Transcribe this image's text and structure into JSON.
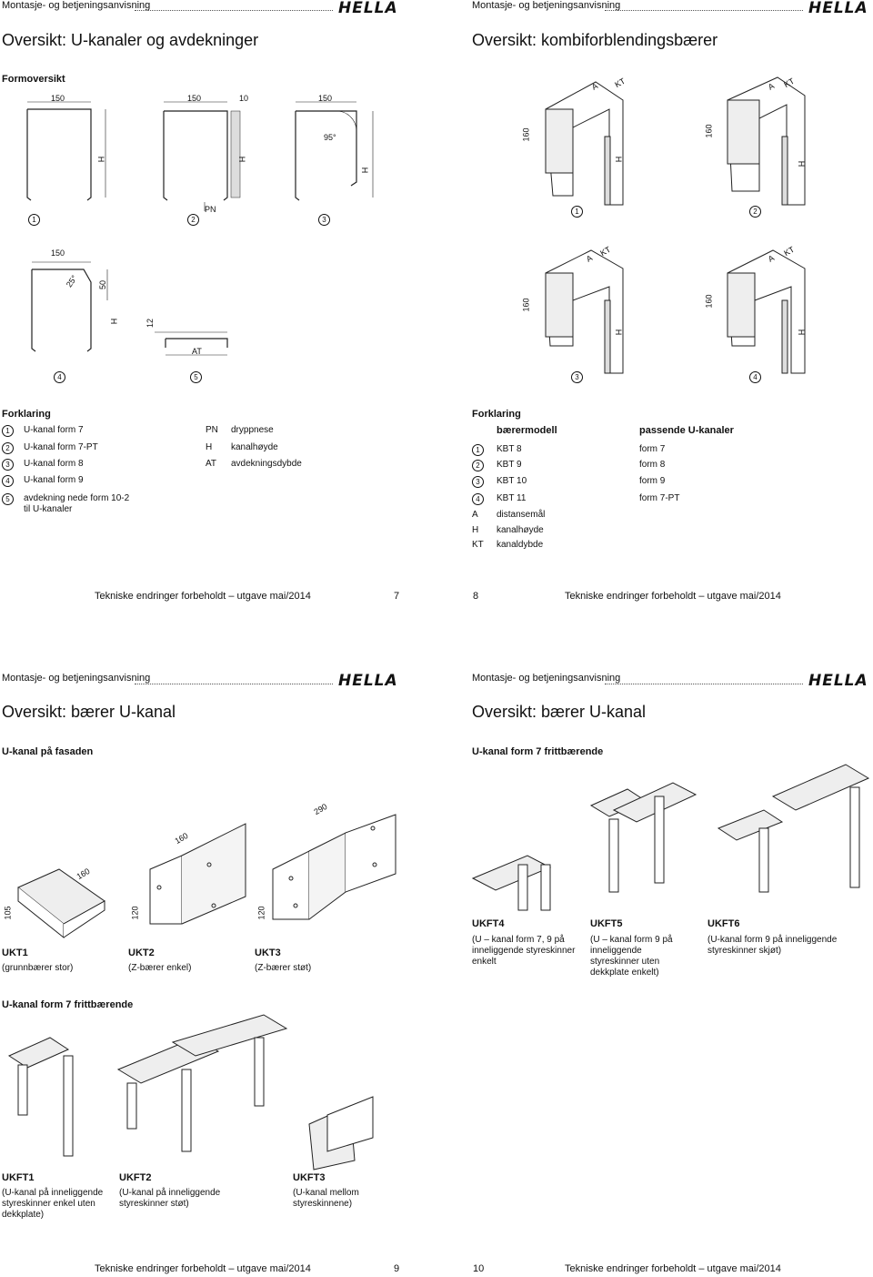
{
  "header_label": "Montasje- og betjeningsanvisning",
  "logo_text": "HELLA",
  "footer_text": "Tekniske endringer forbeholdt – utgave mai/2014",
  "page7": {
    "title": "Oversikt: U-kanaler og avdekninger",
    "section": "Formoversikt",
    "dims": {
      "d150a": "150",
      "d150b": "150",
      "d10": "10",
      "d150c": "150",
      "d95": "95°",
      "dHa": "H",
      "dHb": "H",
      "dHc": "H",
      "dPN": "PN",
      "d150d": "150",
      "d25": "25°",
      "d50": "50",
      "dHd": "H",
      "d12": "12",
      "dAT": "AT"
    },
    "nums": [
      "1",
      "2",
      "3",
      "4",
      "5"
    ],
    "legend_title": "Forklaring",
    "legend_left": [
      {
        "num": "1",
        "text": "U-kanal form 7"
      },
      {
        "num": "2",
        "text": "U-kanal form 7-PT"
      },
      {
        "num": "3",
        "text": "U-kanal form 8"
      },
      {
        "num": "4",
        "text": "U-kanal form 9"
      },
      {
        "num": "5",
        "text": "avdekning nede form 10-2 til U-kanaler"
      }
    ],
    "legend_right": [
      {
        "key": "PN",
        "text": "dryppnese"
      },
      {
        "key": "H",
        "text": "kanalhøyde"
      },
      {
        "key": "AT",
        "text": "avdekningsdybde"
      }
    ],
    "page_number": "7"
  },
  "page8": {
    "title": "Oversikt: kombiforblendingsbærer",
    "dims": {
      "A": "A",
      "KT": "KT",
      "d160": "160",
      "H": "H"
    },
    "nums": [
      "1",
      "2",
      "3",
      "4"
    ],
    "legend_title": "Forklaring",
    "col1_header": "bærermodell",
    "col2_header": "passende U-kanaler",
    "rows": [
      {
        "num": "1",
        "model": "KBT 8",
        "channel": "form 7"
      },
      {
        "num": "2",
        "model": "KBT 9",
        "channel": "form 8"
      },
      {
        "num": "3",
        "model": "KBT 10",
        "channel": "form 9"
      },
      {
        "num": "4",
        "model": "KBT 11",
        "channel": "form 7-PT"
      }
    ],
    "abbr": [
      {
        "key": "A",
        "text": "distansemål"
      },
      {
        "key": "H",
        "text": "kanalhøyde"
      },
      {
        "key": "KT",
        "text": "kanaldybde"
      }
    ],
    "page_number": "8"
  },
  "page9": {
    "title": "Oversikt: bærer U-kanal",
    "section": "U-kanal på fasaden",
    "dims": {
      "d105": "105",
      "d160a": "160",
      "d120a": "120",
      "d160b": "160",
      "d290": "290",
      "d120b": "120"
    },
    "items": [
      {
        "name": "UKT1",
        "desc": "(grunnbærer stor)"
      },
      {
        "name": "UKT2",
        "desc": "(Z-bærer enkel)"
      },
      {
        "name": "UKT3",
        "desc": "(Z-bærer støt)"
      }
    ],
    "section2": "U-kanal form 7 frittbærende",
    "items2": [
      {
        "name": "UKFT1",
        "desc": "(U-kanal på inneliggende styreskinner enkel uten dekkplate)"
      },
      {
        "name": "UKFT2",
        "desc": "(U-kanal på inneliggende styreskinner støt)"
      },
      {
        "name": "UKFT3",
        "desc": "(U-kanal mellom styreskinnene)"
      }
    ],
    "page_number": "9"
  },
  "page10": {
    "title": "Oversikt: bærer U-kanal",
    "section": "U-kanal form 7 frittbærende",
    "items": [
      {
        "name": "UKFT4",
        "desc": "(U – kanal form 7, 9 på inneliggende styreskinner enkelt"
      },
      {
        "name": "UKFT5",
        "desc": "(U – kanal form 9 på inneliggende styreskinner uten dekkplate enkelt)"
      },
      {
        "name": "UKFT6",
        "desc": "(U-kanal form 9 på inneliggende styreskinner skjøt)"
      }
    ],
    "page_number": "10"
  }
}
